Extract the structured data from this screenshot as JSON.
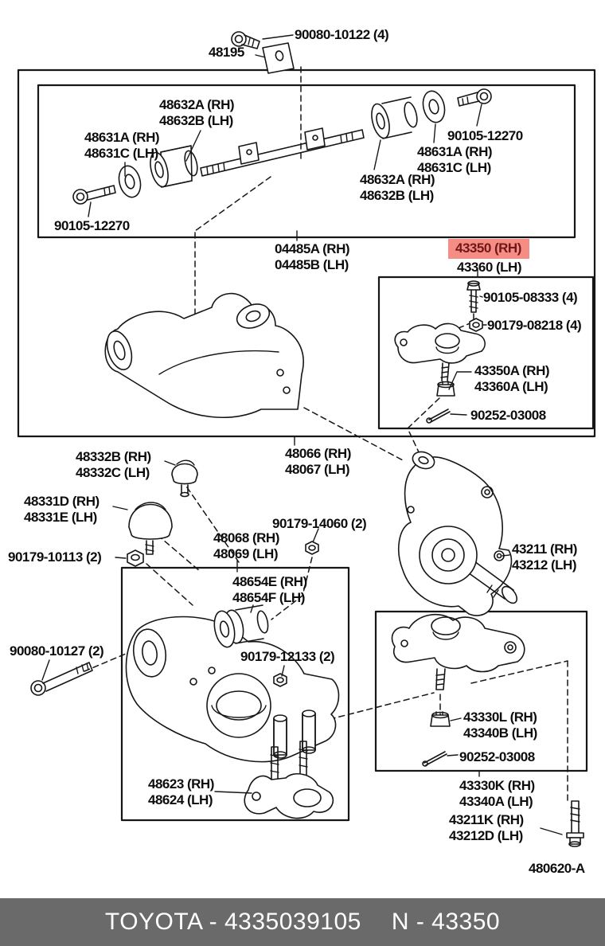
{
  "doc": {
    "type": "toyota-parts-diagram",
    "figure_ref": "480620-A"
  },
  "colors": {
    "highlight_bg": "#f58d84",
    "highlight_text": "#701818",
    "footer_bg": "#6a6a6a",
    "line": "#161616",
    "page_bg": "#ffffff"
  },
  "labels": {
    "bolt_10122": {
      "l1": "90080-10122 (4)"
    },
    "plate_48195": {
      "l1": "48195"
    },
    "bush_ul": {
      "l1": "48632A (RH)",
      "l2": "48632B (LH)"
    },
    "washer_ul": {
      "l1": "48631A (RH)",
      "l2": "48631C (LH)"
    },
    "bolt_ul": {
      "l1": "90105-12270"
    },
    "bolt_ur": {
      "l1": "90105-12270"
    },
    "washer_ur": {
      "l1": "48631A (RH)",
      "l2": "48631C (LH)"
    },
    "bush_ur": {
      "l1": "48632A (RH)",
      "l2": "48632B (LH)"
    },
    "arm_upper": {
      "l1": "04485A (RH)",
      "l2": "04485B (LH)"
    },
    "bj_upper_rh": {
      "l1": "43350 (RH)"
    },
    "bj_upper_lh": {
      "l1": "43360 (LH)"
    },
    "bj_bolt": {
      "l1": "90105-08333 (4)"
    },
    "bj_nut": {
      "l1": "90179-08218 (4)"
    },
    "bj_sub": {
      "l1": "43350A (RH)",
      "l2": "43360A (LH)"
    },
    "pin_upper": {
      "l1": "90252-03008"
    },
    "bump_stop": {
      "l1": "48332B (RH)",
      "l2": "48332C (LH)"
    },
    "dust_cover": {
      "l1": "48331D (RH)",
      "l2": "48331E (LH)"
    },
    "nut_10113": {
      "l1": "90179-10113 (2)"
    },
    "shaft_48066": {
      "l1": "48066 (RH)",
      "l2": "48067 (LH)"
    },
    "nut_14060": {
      "l1": "90179-14060 (2)"
    },
    "shaft_48068": {
      "l1": "48068 (RH)",
      "l2": "48069 (LH)"
    },
    "knuckle": {
      "l1": "43211 (RH)",
      "l2": "43212 (LH)"
    },
    "bolt_10127": {
      "l1": "90080-10127 (2)"
    },
    "bush_lower": {
      "l1": "48654E (RH)",
      "l2": "48654F (LH)"
    },
    "nut_12133": {
      "l1": "90179-12133 (2)"
    },
    "bracket_48623": {
      "l1": "48623 (RH)",
      "l2": "48624 (LH)"
    },
    "nut_43330L": {
      "l1": "43330L (RH)",
      "l2": "43340B (LH)"
    },
    "pin_lower": {
      "l1": "90252-03008"
    },
    "bj_lower": {
      "l1": "43330K (RH)",
      "l2": "43340A (LH)"
    },
    "bolt_43211K": {
      "l1": "43211K (RH)",
      "l2": "43212D (LH)"
    }
  },
  "footer": {
    "left": "TOYOTA - 4335039105",
    "right": "N - 43350"
  }
}
